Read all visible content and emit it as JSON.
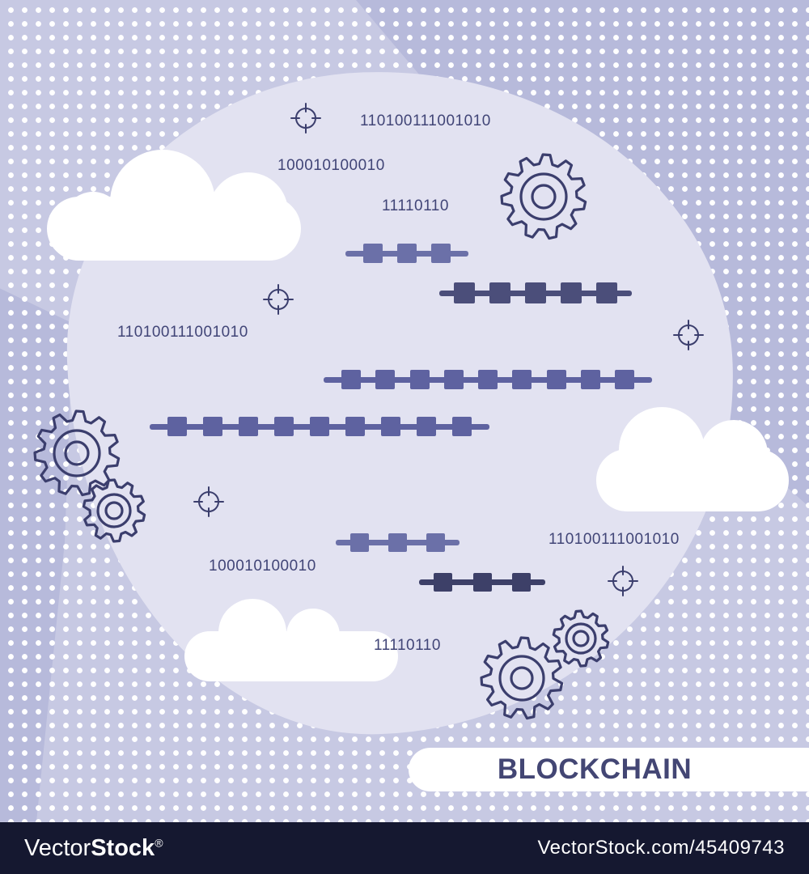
{
  "title": {
    "label": "BLOCKCHAIN"
  },
  "binary_labels": [
    {
      "text": "110100111001010"
    },
    {
      "text": "100010100010"
    },
    {
      "text": "11110110"
    },
    {
      "text": "110100111001010"
    },
    {
      "text": "110100111001010"
    },
    {
      "text": "100010100010"
    },
    {
      "text": "11110110"
    }
  ],
  "chains": [
    {
      "blocks": 3,
      "tone": "light"
    },
    {
      "blocks": 5,
      "tone": "dark"
    },
    {
      "blocks": 9,
      "tone": "medium"
    },
    {
      "blocks": 9,
      "tone": "medium"
    },
    {
      "blocks": 3,
      "tone": "light"
    },
    {
      "blocks": 3,
      "tone": "darkest"
    }
  ],
  "icons": {
    "gear_count": 5,
    "target_count": 5,
    "cloud_count": 3
  },
  "colors": {
    "background": "#c7c9e3",
    "background_shade": "#b7badb",
    "blob": "#e2e2f1",
    "outline_navy": "#3b3e6d",
    "text_navy": "#414577",
    "title_navy": "#434674",
    "watermark_bar": "#151830",
    "chain_tones": {
      "light": "#6b70a8",
      "medium": "#5e62a0",
      "dark": "#4b4e7a",
      "darkest": "#3d4068"
    }
  },
  "watermark": {
    "brand_light": "Vector",
    "brand_bold": "Stock",
    "registered": "®",
    "url": "VectorStock.com/45409743"
  }
}
